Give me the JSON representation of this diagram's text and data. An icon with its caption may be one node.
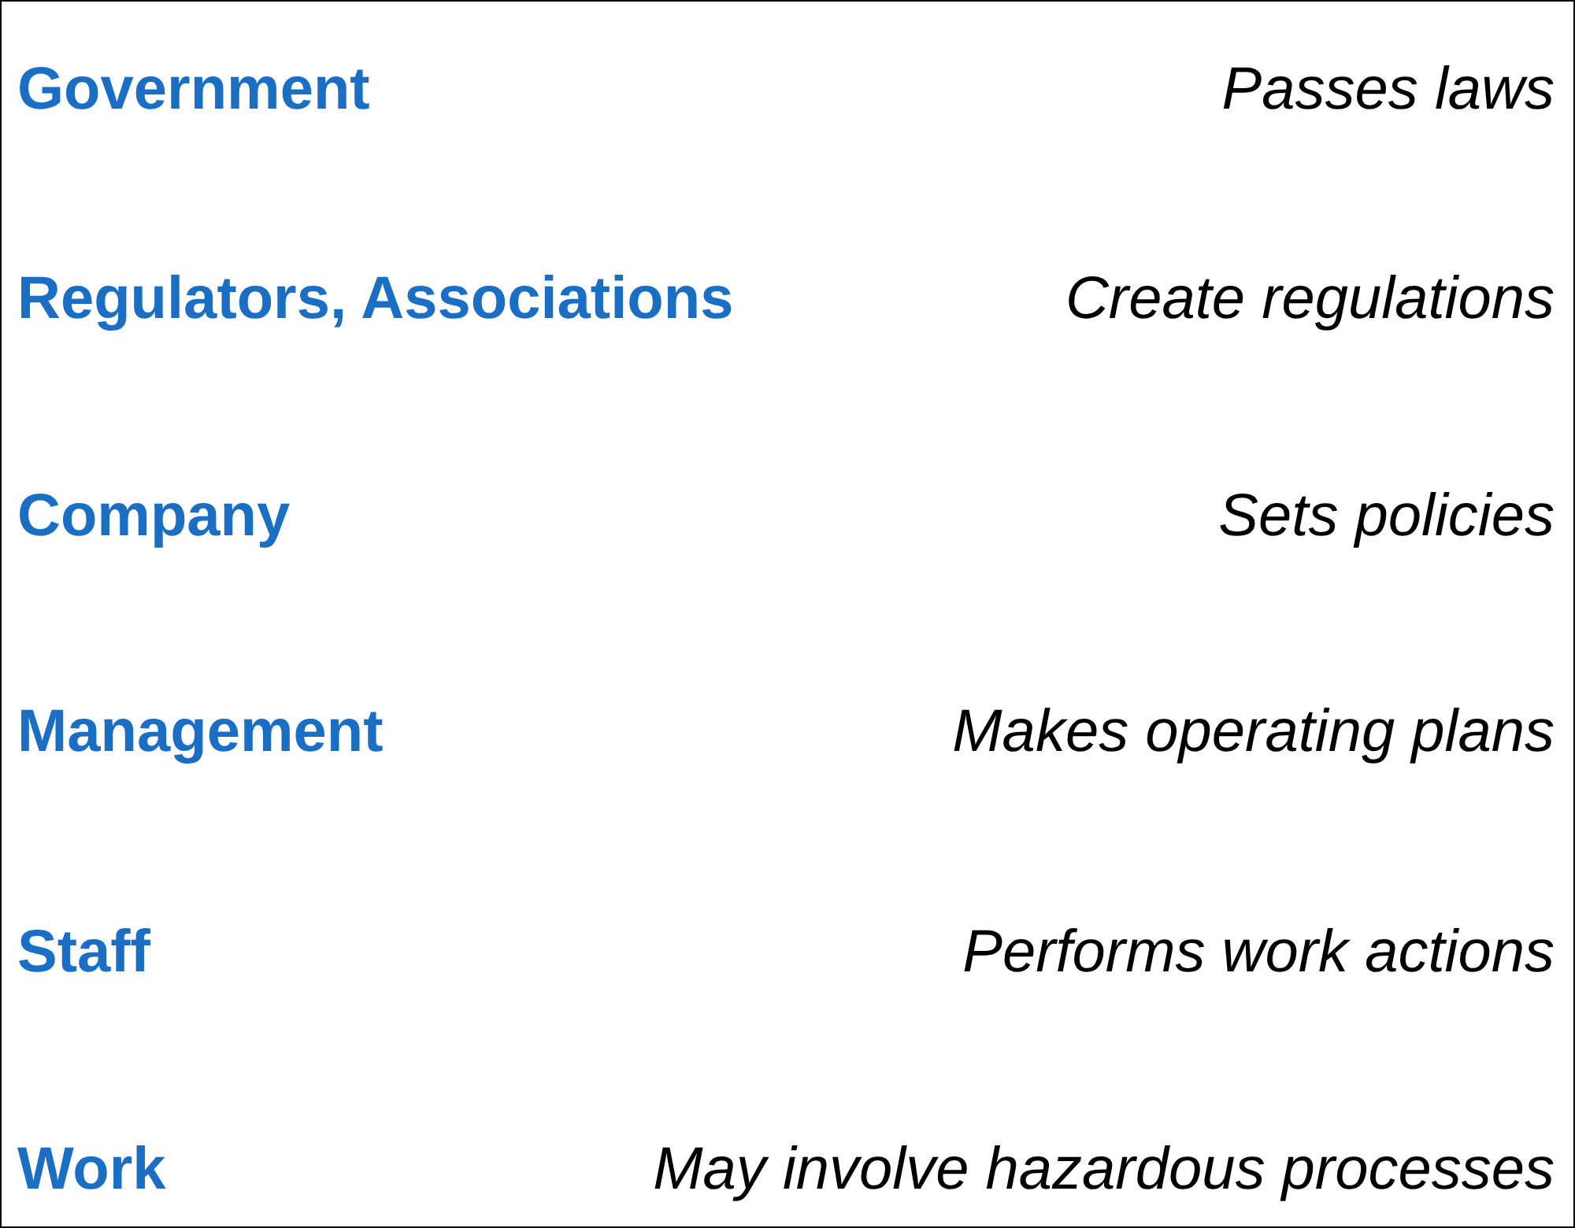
{
  "diagram": {
    "labels": [
      "Government",
      "Passes laws",
      "Regulators, Associations",
      "Create regulations",
      "Company",
      "Sets policies",
      "Management",
      "Makes operating plans",
      "Staff",
      "Performs work actions",
      "Work",
      "May involve hazardous processes"
    ]
  }
}
